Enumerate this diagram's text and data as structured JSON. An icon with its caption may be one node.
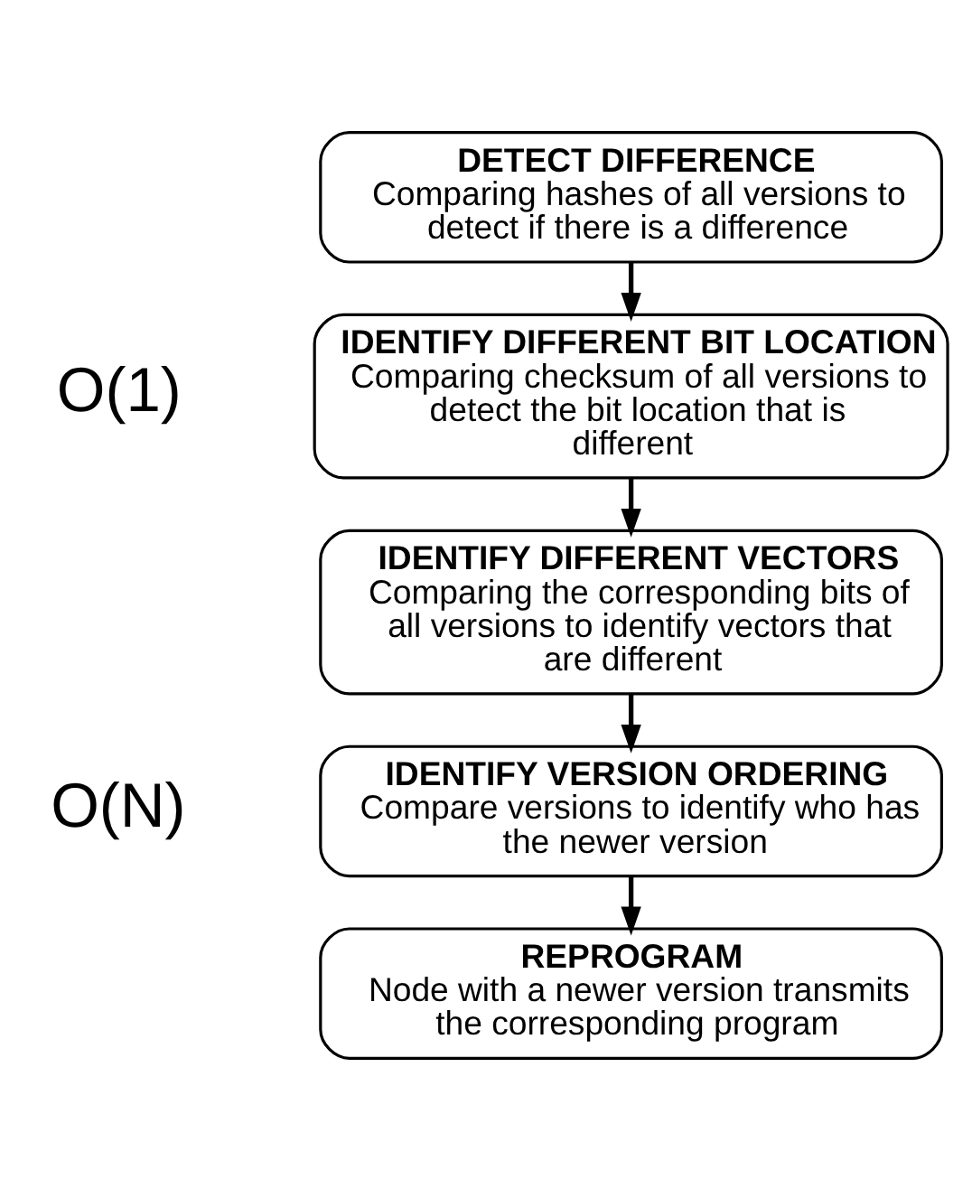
{
  "diagram": {
    "nodes": [
      {
        "text": [
          "DETECT DIFFERENCE",
          "Comparing hashes of all versions to detect if there is a difference"
        ]
      },
      {
        "text": [
          "IDENTIFY DIFFERENT BIT LOCATION",
          "Comparing checksum of all versions to detect the bit location that is different"
        ]
      },
      {
        "text": [
          "IDENTIFY DIFFERENT VECTORS",
          "Comparing the corresponding bits of all versions to identify vectors that are different"
        ]
      },
      {
        "text": [
          "IDENTIFY VERSION ORDERING",
          "Compare versions to identify who has the newer version"
        ]
      },
      {
        "text": [
          "REPROGRAM",
          "Node with a newer version transmits the corresponding program"
        ]
      }
    ],
    "edges": [
      {
        "from": 0,
        "to": 1,
        "arrow": "to"
      },
      {
        "from": 1,
        "to": 2,
        "arrow": "to"
      },
      {
        "from": 2,
        "to": 3,
        "arrow": "to"
      },
      {
        "from": 3,
        "to": 4,
        "arrow": "to"
      }
    ],
    "labels": [
      "O(1)",
      "O(N)"
    ]
  }
}
